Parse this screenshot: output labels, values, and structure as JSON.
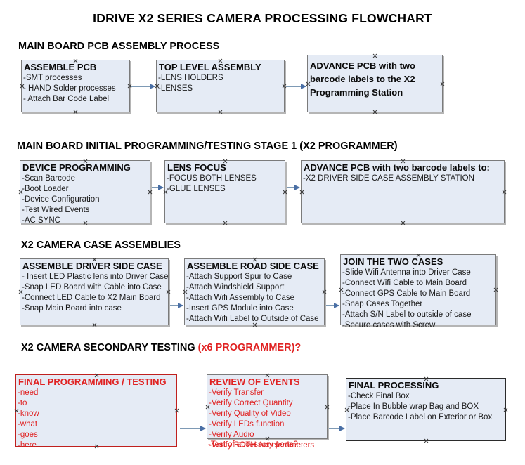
{
  "document": {
    "title": "IDRIVE X2  SERIES CAMERA PROCESSING FLOWCHART"
  },
  "colors": {
    "box_fill": "#e5ebf5",
    "box_border": "#7b7b7b",
    "box_border_dark": "#2b2b2b",
    "accent_red": "#e02222",
    "arrow": "#7e9ab5",
    "arrowhead": "#4a6fa5",
    "text": "#000000"
  },
  "sections": [
    {
      "heading": "MAIN BOARD PCB ASSEMBLY PROCESS",
      "heading_accent": "",
      "boxes": [
        {
          "title": "ASSEMBLE PCB",
          "lines": [
            " -SMT processes",
            "- HAND Solder processes",
            "- Attach Bar Code Label"
          ]
        },
        {
          "title": "TOP LEVEL ASSEMBLY",
          "lines": [
            "-LENS HOLDERS",
            "-LENSES"
          ]
        },
        {
          "title": "ADVANCE PCB with two barcode labels to the  X2 Programming Station",
          "lines": []
        }
      ]
    },
    {
      "heading": "MAIN BOARD INITIAL PROGRAMMING/TESTING STAGE 1 (X2 PROGRAMMER)",
      "heading_accent": "",
      "boxes": [
        {
          "title": "DEVICE PROGRAMMING",
          "lines": [
            "-Scan Barcode",
            "-Boot Loader",
            "-Device Configuration",
            "-Test Wired Events",
            "-AC SYNC"
          ]
        },
        {
          "title": "LENS FOCUS",
          "lines": [
            "-FOCUS BOTH LENSES",
            "-GLUE LENSES"
          ]
        },
        {
          "title": "ADVANCE PCB with two barcode labels to:",
          "lines": [
            "-X2 DRIVER  SIDE  CASE  ASSEMBLY STATION"
          ]
        }
      ]
    },
    {
      "heading": "X2 CAMERA CASE ASSEMBLIES",
      "heading_accent": "",
      "boxes": [
        {
          "title": "ASSEMBLE DRIVER SIDE CASE",
          "lines": [
            "- Insert LED Plastic lens into Driver Case",
            "-Snap LED Board with Cable into Case",
            "-Connect LED Cable to X2 Main Board",
            "-Snap Main Board into case"
          ]
        },
        {
          "title": "ASSEMBLE ROAD SIDE CASE",
          "lines": [
            "-Attach Support Spur to Case",
            "-Attach Windshield Support",
            "-Attach Wifi Assembly to Case",
            "-Insert GPS Module into Case",
            "-Attach Wifi Label to Outside of Case"
          ]
        },
        {
          "title": "JOIN THE TWO CASES",
          "lines": [
            "-Slide Wifi Antenna into Driver Case",
            "-Connect Wifi Cable to Main Board",
            "-Connect GPS Cable to Main Board",
            "-Snap Cases Together",
            "-Attach S/N Label to outside of case",
            "-Secure cases with Screw"
          ]
        }
      ]
    },
    {
      "heading": "X2 CAMERA SECONDARY TESTING ",
      "heading_accent": "(x6 PROGRAMMER)?",
      "boxes": [
        {
          "title": "FINAL PROGRAMMING / TESTING",
          "lines": [
            "-need",
            "-to",
            "-know",
            "-what",
            "-goes",
            "-here"
          ]
        },
        {
          "title": "REVIEW OF EVENTS",
          "lines": [
            "-Verify Transfer",
            "-Verify Correct Quantity",
            "-Verify Quality of Video",
            "-Verify LEDs function",
            "-Verify Audio",
            "-Verify BOTH Accelerometers"
          ],
          "overflow_line": "-Test of accessory ports?"
        },
        {
          "title": "FINAL PROCESSING",
          "lines": [
            " -Check Final Box",
            "-Place In Bubble wrap Bag and BOX",
            "-Place Barcode Label on Exterior or Box"
          ]
        }
      ]
    }
  ]
}
